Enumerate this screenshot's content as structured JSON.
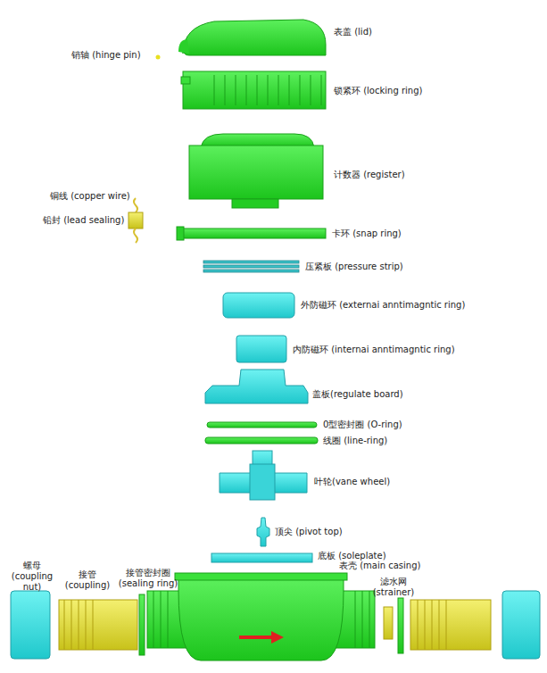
{
  "diagram": {
    "labels": [
      "表盖 (lid)",
      "销轴 (hinge pin)",
      "锁紧环 (locking ring)",
      "计数器 (register)",
      "铜线 (copper wire)",
      "铅封 (lead sealing)",
      "卡环 (snap ring)",
      "压紧板 (pressure strip)",
      "外防磁环 (externai anntimagntic ring)",
      "内防磁环 (internai anntimagntic ring)",
      "盖板(regulate board)",
      "0型密封圈 (O-ring)",
      "线圈 (line-ring)",
      "叶轮(vane wheel)",
      "顶尖 (pivot top)",
      "底板 (soleplate)",
      "表壳 (main casing)",
      "螺母 (coupling nut)",
      "接管 (coupling)",
      "接管密封圈 (sealing ring)",
      "滤水网 (strainer)"
    ]
  }
}
